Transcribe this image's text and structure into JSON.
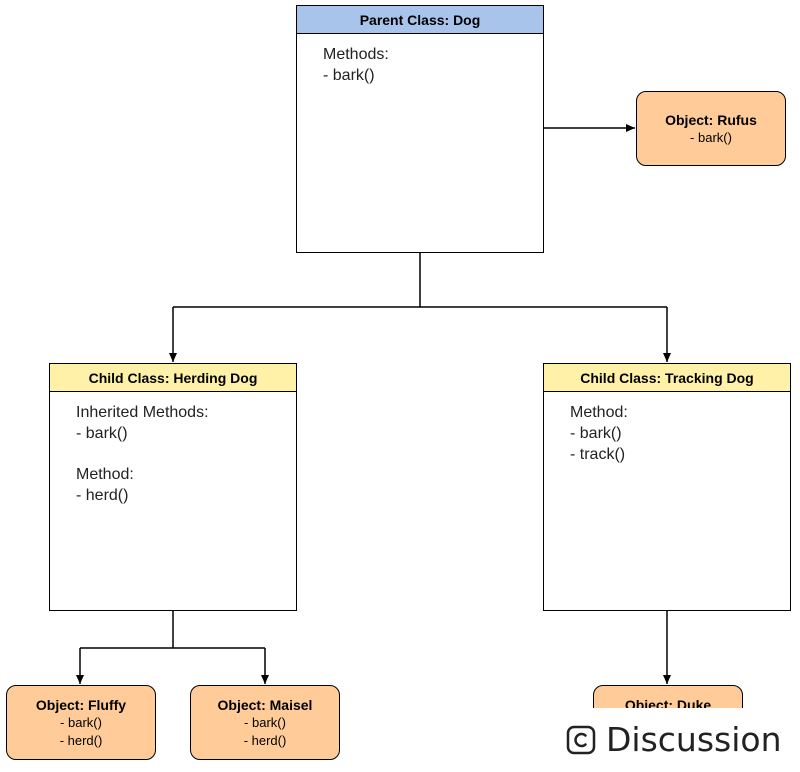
{
  "parent": {
    "header": "Parent Class: Dog",
    "lines": [
      "Methods:",
      "- bark()"
    ]
  },
  "herding": {
    "header": "Child Class: Herding Dog",
    "lines": [
      "Inherited Methods:",
      "- bark()",
      "",
      "Method:",
      "- herd()"
    ]
  },
  "tracking": {
    "header": "Child Class: Tracking Dog",
    "lines": [
      "Method:",
      "- bark()",
      "- track()"
    ]
  },
  "objects": {
    "rufus": {
      "title": "Object: Rufus",
      "lines": [
        "- bark()"
      ]
    },
    "fluffy": {
      "title": "Object: Fluffy",
      "lines": [
        "- bark()",
        "- herd()"
      ]
    },
    "maisel": {
      "title": "Object: Maisel",
      "lines": [
        "- bark()",
        "- herd()"
      ]
    },
    "duke": {
      "title": "Object: Duke"
    }
  },
  "footer": {
    "label": "Discussion"
  },
  "colors": {
    "parent_header": "#a9c4eb",
    "child_header": "#fff2a8",
    "object_fill": "#ffcc99"
  }
}
